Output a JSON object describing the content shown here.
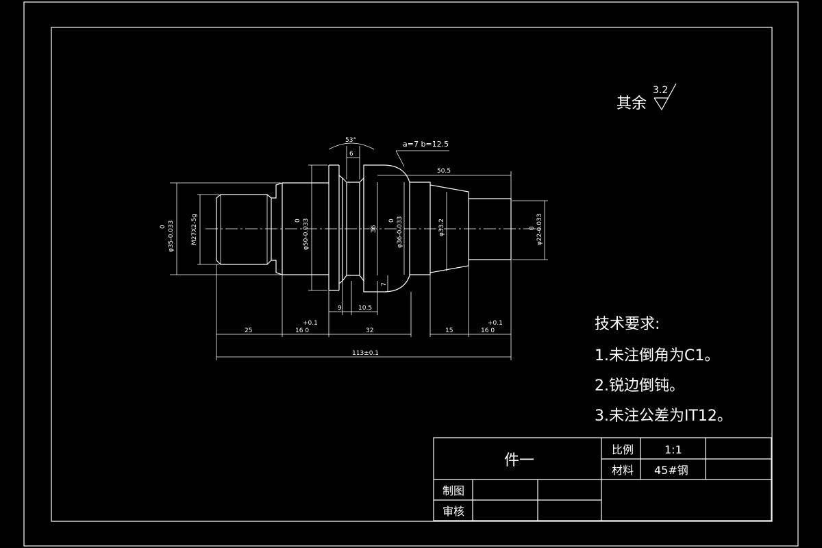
{
  "roughness": {
    "label": "其余",
    "value": "3.2"
  },
  "dimensions": {
    "angle": "53°",
    "groove_width_top": "6",
    "chamfer_note": "a=7 b=12.5",
    "len_50_5": "50.5",
    "dia_35": "φ35-0.033",
    "dia_35_upper": "0",
    "thread": "M27X2-5g",
    "dia_50": "φ50-0.033",
    "dia_50_upper": "0",
    "dia_36": "36",
    "dia_36b": "φ36-0.033",
    "dia_36b_upper": "0",
    "dia_33": "φ33.2",
    "dia_22": "φ22-0.033",
    "dia_22_upper": "0",
    "depth_7": "7",
    "len_9": "9",
    "len_10_5": "10.5",
    "len_25": "25",
    "len_16a": "16 0",
    "len_16a_tol": "+0.1",
    "len_32": "32",
    "len_15": "15",
    "len_16b": "16 0",
    "len_16b_tol": "+0.1",
    "total": "113±0.1"
  },
  "requirements": {
    "title": "技术要求:",
    "items": [
      "1.未注倒角为C1。",
      "2.锐边倒钝。",
      "3.未注公差为IT12。"
    ]
  },
  "title_block": {
    "part_name": "件一",
    "scale_label": "比例",
    "scale_value": "1:1",
    "material_label": "材料",
    "material_value": "45#钢",
    "drawn_label": "制图",
    "checked_label": "审核"
  }
}
